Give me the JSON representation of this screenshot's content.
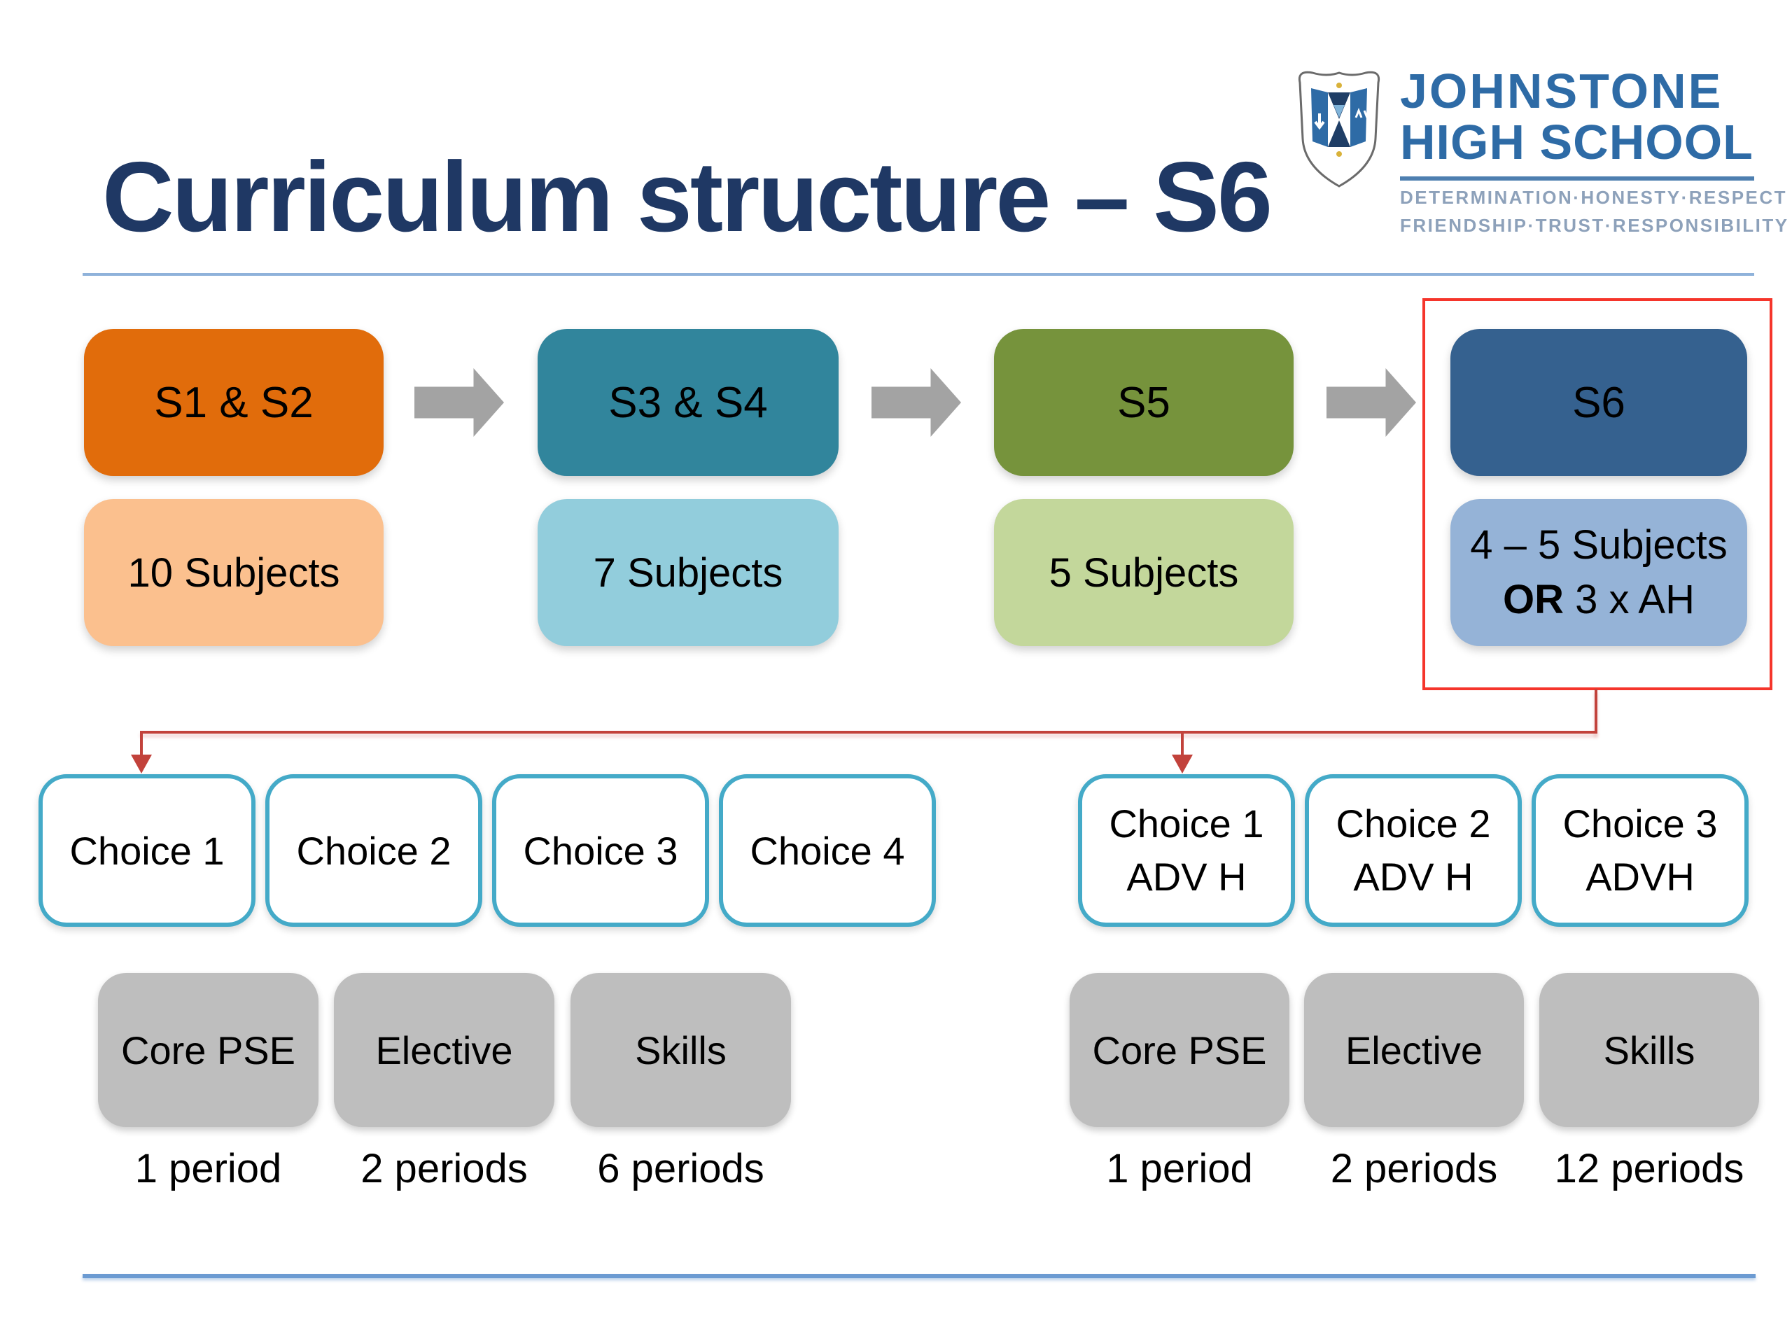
{
  "slide": {
    "title": "Curriculum structure – S6"
  },
  "logo": {
    "line1": "JOHNSTONE",
    "line2": "HIGH SCHOOL",
    "motto_line1": "DETERMINATION·HONESTY·RESPECT",
    "motto_line2": "FRIENDSHIP·TRUST·RESPONSIBILITY"
  },
  "stages": [
    {
      "label": "S1 & S2",
      "subjects": "10 Subjects"
    },
    {
      "label": "S3 & S4",
      "subjects": "7 Subjects"
    },
    {
      "label": "S5",
      "subjects": "5 Subjects"
    },
    {
      "label": "S6",
      "subjects_line1": "4 – 5  Subjects",
      "subjects_or": "OR",
      "subjects_rest": " 3 x AH"
    }
  ],
  "choices_left": [
    {
      "label": "Choice 1"
    },
    {
      "label": "Choice 2"
    },
    {
      "label": "Choice 3"
    },
    {
      "label": "Choice 4"
    }
  ],
  "choices_right": [
    {
      "label": "Choice 1",
      "sub": "ADV H"
    },
    {
      "label": "Choice 2",
      "sub": "ADV H"
    },
    {
      "label": "Choice 3",
      "sub": "ADVH"
    }
  ],
  "allocations_left": [
    {
      "label": "Core PSE",
      "periods": "1 period"
    },
    {
      "label": "Elective",
      "periods": "2 periods"
    },
    {
      "label": "Skills",
      "periods": "6 periods"
    }
  ],
  "allocations_right": [
    {
      "label": "Core PSE",
      "periods": "1 period"
    },
    {
      "label": "Elective",
      "periods": "2 periods"
    },
    {
      "label": "Skills",
      "periods": "12 periods"
    }
  ],
  "colors": {
    "title_text": "#1F3864",
    "title_divider": "#8FB2DA",
    "bottom_divider": "#6C9BD2",
    "stage_s1s2": "#E16C0B",
    "stage_s1s2_light": "#FBC08E",
    "stage_s3s4": "#31859C",
    "stage_s3s4_light": "#92CDDC",
    "stage_s5": "#76933C",
    "stage_s5_light": "#C3D79B",
    "stage_s6": "#35618F",
    "stage_s6_light": "#95B3D7",
    "choice_border": "#44AAC8",
    "allocation_gray": "#BEBEBE",
    "flow_arrow_gray": "#A3A3A3",
    "highlight_red": "#F5352B",
    "connector_red": "#C2423B",
    "logo_blue": "#2E6BA6",
    "logo_motto": "#8197B3"
  }
}
